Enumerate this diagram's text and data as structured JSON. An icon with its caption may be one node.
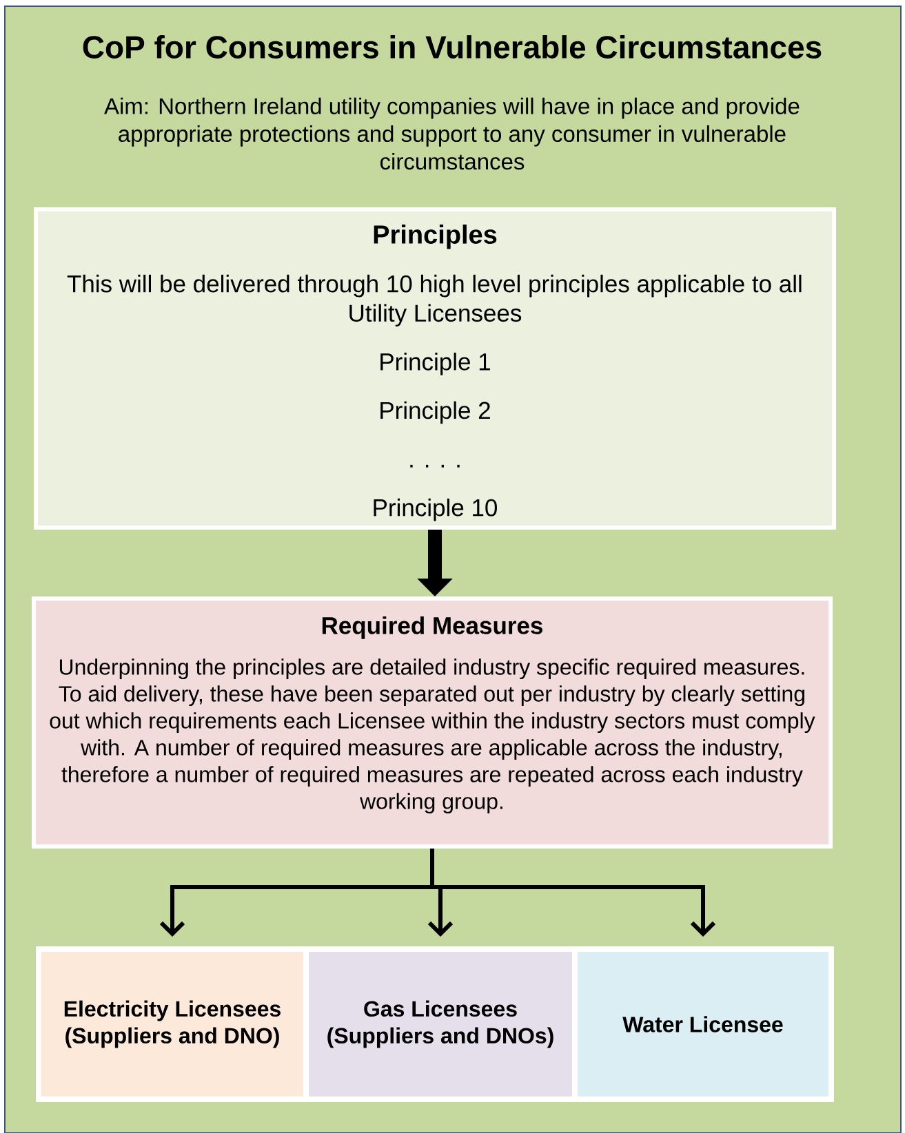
{
  "diagram": {
    "nodes": [
      {
        "text": [
          "CoP for Consumers in Vulnerable Circumstances",
          "Aim: Northern Ireland utility companies will have in place and provide appropriate protections and support to any consumer in vulnerable circumstances"
        ]
      },
      {
        "text": [
          "Principles",
          "This will be delivered through 10 high level principles applicable to all Utility Licensees",
          "Principle 1",
          "Principle 2",
          ". . . .",
          "Principle 10"
        ],
        "in": 0
      },
      {
        "text": [
          "Required Measures",
          "Underpinning the principles are detailed industry specific required measures. To aid delivery, these have been separated out per industry by clearly setting out which requirements each Licensee within the industry sectors must comply with. A number of required measures are applicable across the industry, therefore a number of required measures are repeated across each industry working group."
        ],
        "in": 0
      },
      {
        "text": [
          "Electricity Licensees (Suppliers and DNO)"
        ],
        "in": 0
      },
      {
        "text": [
          "Gas Licensees (Suppliers and DNOs)"
        ],
        "in": 0
      },
      {
        "text": [
          "Water Licensee"
        ],
        "in": 0
      }
    ],
    "edges": [
      {
        "from": 1,
        "to": 2,
        "arrow": "to",
        "style": "thick"
      },
      {
        "from": 2,
        "to": 3,
        "arrow": "to"
      },
      {
        "from": 2,
        "to": 4,
        "arrow": "to"
      },
      {
        "from": 2,
        "to": 5,
        "arrow": "to"
      }
    ]
  }
}
